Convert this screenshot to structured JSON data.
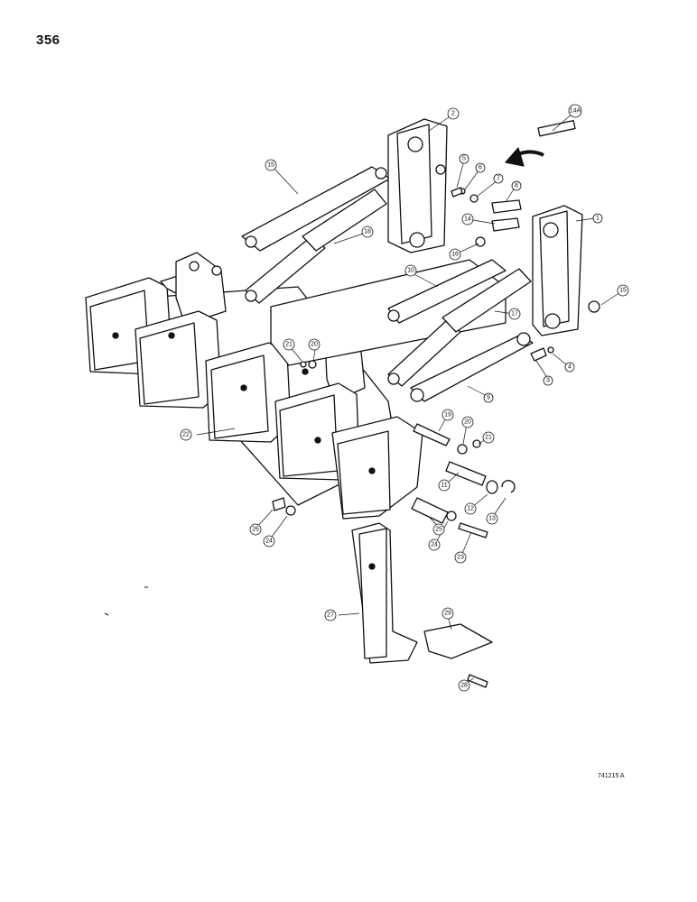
{
  "page_number": "356",
  "drawing_code": "741215 A",
  "callouts": {
    "c1": "1",
    "c2": "2",
    "c3": "3",
    "c4": "4",
    "c5": "5",
    "c6": "6",
    "c7": "7",
    "c8": "8",
    "c9": "9",
    "c10": "10",
    "c11": "11",
    "c12": "12",
    "c13": "13",
    "c14": "14",
    "c14a": "14A",
    "c15a": "15",
    "c15b": "15",
    "c16": "16",
    "c17": "17",
    "c18": "18",
    "c19": "19",
    "c20a": "20",
    "c20b": "20",
    "c21a": "21",
    "c21b": "21",
    "c22": "22",
    "c23": "23",
    "c24a": "24",
    "c24b": "24",
    "c25": "25",
    "c26": "26",
    "c27": "27",
    "c28": "28",
    "c29": "29"
  }
}
